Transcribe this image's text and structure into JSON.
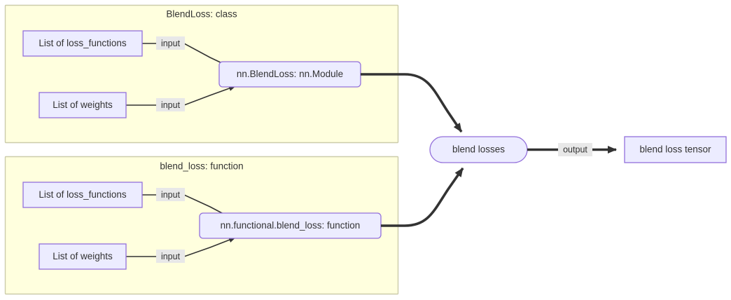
{
  "diagram": {
    "type": "flowchart",
    "background": "#ffffff",
    "colors": {
      "cluster_fill": "#ffffde",
      "cluster_stroke": "#ccccaa",
      "node_fill": "#ececff",
      "node_stroke": "#9370db",
      "edge_stroke": "#333333",
      "edge_label_bg": "#e8e8e8",
      "text": "#333333"
    },
    "clusters": [
      {
        "id": "cluster-blendloss-class",
        "title": "BlendLoss: class"
      },
      {
        "id": "cluster-blendloss-function",
        "title": "blend_loss: function"
      }
    ],
    "nodes": [
      {
        "id": "top-loss-functions",
        "label": "List of loss_functions",
        "shape": "rect"
      },
      {
        "id": "top-weights",
        "label": "List of weights",
        "shape": "rect"
      },
      {
        "id": "nn-blendloss-module",
        "label": "nn.BlendLoss: nn.Module",
        "shape": "rounded-rect"
      },
      {
        "id": "bottom-loss-functions",
        "label": "List of loss_functions",
        "shape": "rect"
      },
      {
        "id": "bottom-weights",
        "label": "List of weights",
        "shape": "rect"
      },
      {
        "id": "nn-functional-blend-loss",
        "label": "nn.functional.blend_loss: function",
        "shape": "rounded-rect"
      },
      {
        "id": "blend-losses",
        "label": "blend losses",
        "shape": "stadium"
      },
      {
        "id": "blend-loss-tensor",
        "label": "blend loss tensor",
        "shape": "rect"
      }
    ],
    "edges": [
      {
        "id": "edge-top-lossfn-to-module",
        "from": "top-loss-functions",
        "to": "nn-blendloss-module",
        "label": "input",
        "weight": "thin"
      },
      {
        "id": "edge-top-weights-to-module",
        "from": "top-weights",
        "to": "nn-blendloss-module",
        "label": "input",
        "weight": "thin"
      },
      {
        "id": "edge-bottom-lossfn-to-function",
        "from": "bottom-loss-functions",
        "to": "nn-functional-blend-loss",
        "label": "input",
        "weight": "thin"
      },
      {
        "id": "edge-bottom-weights-to-function",
        "from": "bottom-weights",
        "to": "nn-functional-blend-loss",
        "label": "input",
        "weight": "thin"
      },
      {
        "id": "edge-module-to-blendlosses",
        "from": "nn-blendloss-module",
        "to": "blend-losses",
        "label": "",
        "weight": "thick"
      },
      {
        "id": "edge-function-to-blendlosses",
        "from": "nn-functional-blend-loss",
        "to": "blend-losses",
        "label": "",
        "weight": "thick"
      },
      {
        "id": "edge-blendlosses-to-tensor",
        "from": "blend-losses",
        "to": "blend-loss-tensor",
        "label": "output",
        "weight": "thick"
      }
    ]
  }
}
